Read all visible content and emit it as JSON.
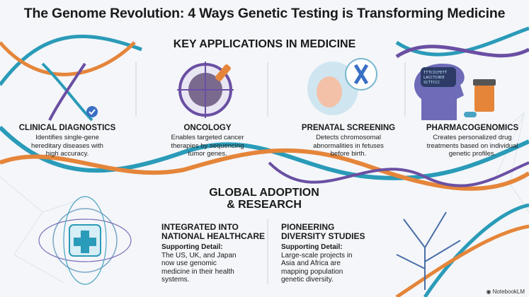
{
  "title": "The Genome Revolution: 4 Ways Genetic Testing is Transforming Medicine",
  "key_section": {
    "heading": "KEY APPLICATIONS IN MEDICINE",
    "items": [
      {
        "title": "CLINICAL DIAGNOSTICS",
        "description": "Identifies single-gene hereditary diseases with high accuracy.",
        "icon": "dna-magnifier-icon"
      },
      {
        "title": "ONCOLOGY",
        "description": "Enables targeted cancer therapies by sequencing tumor genes.",
        "icon": "tumor-target-icon"
      },
      {
        "title": "PRENATAL SCREENING",
        "description": "Detects chromosomal abnormalities in fetuses before birth.",
        "icon": "fetus-chromosome-icon"
      },
      {
        "title": "PHARMACOGENOMICS",
        "description": "Creates personalized drug treatments based on individual genetic profiles.",
        "icon": "head-pill-icon",
        "head_text": [
          "TTTCICFETT",
          "LACCTCODE",
          "SCTTCCC"
        ]
      }
    ]
  },
  "global_section": {
    "heading_line1": "GLOBAL ADOPTION",
    "heading_line2": "& RESEARCH",
    "items": [
      {
        "title_line1": "INTEGRATED INTO",
        "title_line2": "NATIONAL HEALTHCARE",
        "label": "Supporting Detail:",
        "detail": "The US, UK, and Japan now use genomic medicine in their health systems.",
        "icon": "medical-network-icon"
      },
      {
        "title_line1": "PIONEERING",
        "title_line2": "DIVERSITY STUDIES",
        "label": "Supporting Detail:",
        "detail": "Large-scale projects in Asia and Africa are mapping population genetic diversity.",
        "icon": "population-tree-icon"
      }
    ]
  },
  "credit": "NotebookLM",
  "colors": {
    "teal": "#2a9bb8",
    "orange": "#e5853a",
    "purple": "#6a4fa3",
    "text": "#1a1a1a"
  }
}
